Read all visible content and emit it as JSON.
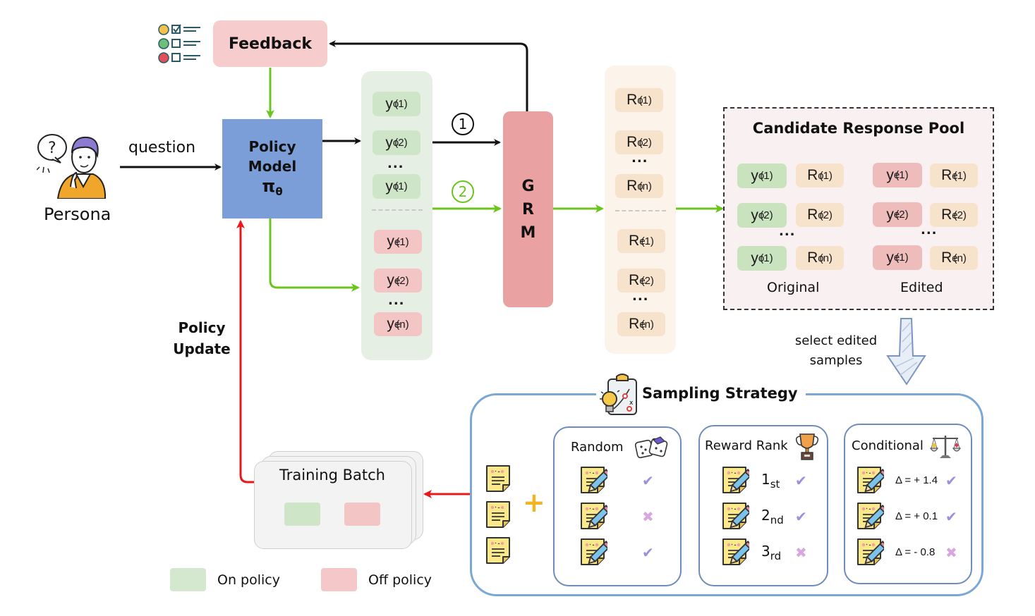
{
  "persona": {
    "label": "Persona",
    "icon": "thinking-person-icon"
  },
  "question_label": "question",
  "feedback": {
    "label": "Feedback",
    "icon": "feedback-checklist-icon"
  },
  "policy_model": {
    "line1": "Policy",
    "line2": "Model",
    "symbol": "π",
    "symbol_sub": "θ"
  },
  "policy_update": {
    "line1": "Policy",
    "line2": "Update"
  },
  "path_markers": {
    "one": "1",
    "two": "2"
  },
  "ellipsis": "...",
  "response_column": {
    "original": [
      {
        "base": "y",
        "sub": "o",
        "sup": "(1)"
      },
      {
        "base": "y",
        "sub": "o",
        "sup": "(2)"
      },
      {
        "base": "y",
        "sub": "o",
        "sup": "(1)"
      }
    ],
    "edited": [
      {
        "base": "y",
        "sub": "e",
        "sup": "(1)"
      },
      {
        "base": "y",
        "sub": "e",
        "sup": "(2)"
      },
      {
        "base": "y",
        "sub": "e",
        "sup": "(n)"
      }
    ]
  },
  "grm": {
    "letters": [
      "G",
      "R",
      "M"
    ]
  },
  "reward_column": {
    "original": [
      {
        "base": "R",
        "sub": "o",
        "sup": "(1)"
      },
      {
        "base": "R",
        "sub": "o",
        "sup": "(2)"
      },
      {
        "base": "R",
        "sub": "o",
        "sup": "(n)"
      }
    ],
    "edited": [
      {
        "base": "R",
        "sub": "e",
        "sup": "(1)"
      },
      {
        "base": "R",
        "sub": "e",
        "sup": "(2)"
      },
      {
        "base": "R",
        "sub": "e",
        "sup": "(n)"
      }
    ]
  },
  "candidate_pool": {
    "title": "Candidate Response Pool",
    "original_label": "Original",
    "edited_label": "Edited",
    "original_rows": [
      {
        "y": {
          "base": "y",
          "sub": "o",
          "sup": "(1)"
        },
        "r": {
          "base": "R",
          "sub": "o",
          "sup": "(1)"
        }
      },
      {
        "y": {
          "base": "y",
          "sub": "o",
          "sup": "(2)"
        },
        "r": {
          "base": "R",
          "sub": "o",
          "sup": "(2)"
        }
      },
      {
        "y": {
          "base": "y",
          "sub": "o",
          "sup": "(1)"
        },
        "r": {
          "base": "R",
          "sub": "o",
          "sup": "(n)"
        }
      }
    ],
    "edited_rows": [
      {
        "y": {
          "base": "y",
          "sub": "e",
          "sup": "(1)"
        },
        "r": {
          "base": "R",
          "sub": "e",
          "sup": "(1)"
        }
      },
      {
        "y": {
          "base": "y",
          "sub": "e",
          "sup": "(2)"
        },
        "r": {
          "base": "R",
          "sub": "e",
          "sup": "(2)"
        }
      },
      {
        "y": {
          "base": "y",
          "sub": "e",
          "sup": "(1)"
        },
        "r": {
          "base": "R",
          "sub": "e",
          "sup": "(n)"
        }
      }
    ]
  },
  "select_label": {
    "line1": "select edited",
    "line2": "samples"
  },
  "sampling_strategy": {
    "title": "Sampling Strategy",
    "plus": "+",
    "random": {
      "title": "Random",
      "icon": "dice-icon",
      "marks": [
        "check",
        "cross",
        "check"
      ]
    },
    "reward_rank": {
      "title": "Reward Rank",
      "icon": "trophy-icon",
      "ranks": [
        {
          "num": "1",
          "suffix": "st"
        },
        {
          "num": "2",
          "suffix": "nd"
        },
        {
          "num": "3",
          "suffix": "rd"
        }
      ],
      "marks": [
        "check",
        "check",
        "cross"
      ]
    },
    "conditional": {
      "title": "Conditional",
      "icon": "balance-scale-icon",
      "deltas": [
        "Δ = + 1.4",
        "Δ = + 0.1",
        "Δ = - 0.8"
      ],
      "marks": [
        "check",
        "check",
        "cross"
      ]
    }
  },
  "training_batch": {
    "title": "Training Batch"
  },
  "legend": [
    {
      "label": "On policy",
      "color": "#d4e8d0"
    },
    {
      "label": "Off policy",
      "color": "#f4c8c8"
    }
  ],
  "colors": {
    "policy_model": "#7b9dd8",
    "feedback": "#f6cccc",
    "grm": "#e9a1a1",
    "green_arrow": "#6cc51e",
    "red_arrow": "#e8181b",
    "strategy_border": "#7ba7d6"
  }
}
